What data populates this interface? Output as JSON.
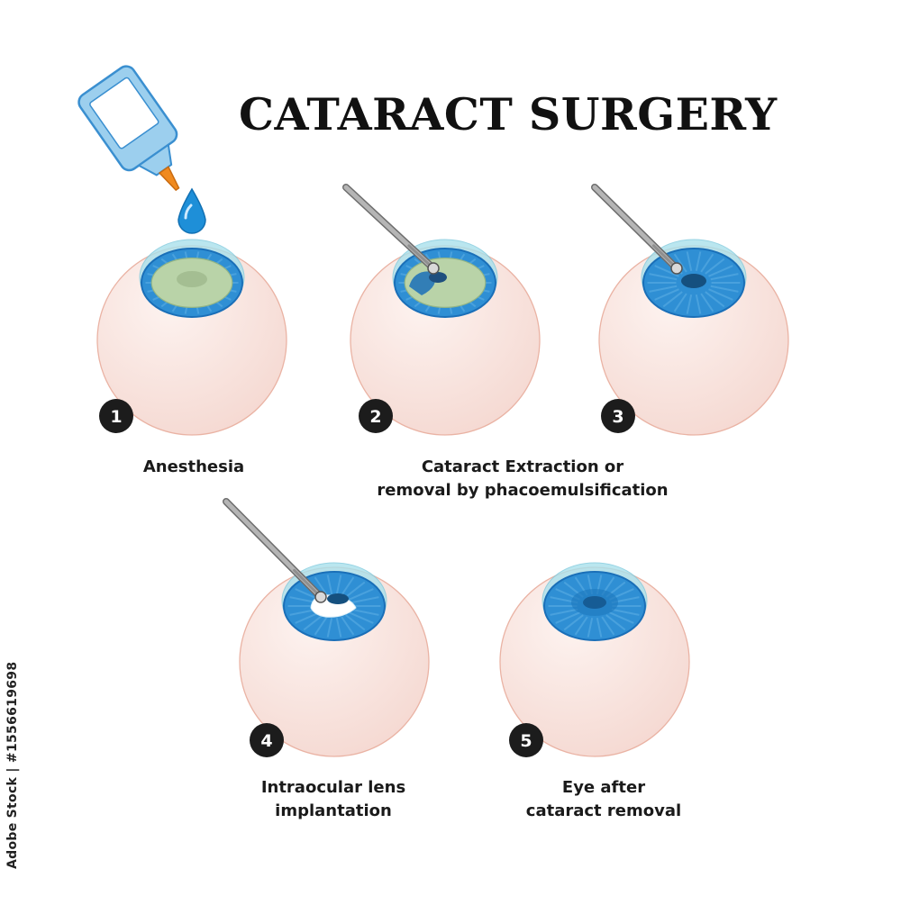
{
  "title": "CATARACT SURGERY",
  "steps": [
    {
      "number": "1",
      "caption_lines": [
        "Anesthesia"
      ]
    },
    {
      "number": "2",
      "caption_lines": [
        "Cataract Extraction or",
        "removal by phacoemulsification"
      ]
    },
    {
      "number": "3",
      "caption_lines": []
    },
    {
      "number": "4",
      "caption_lines": [
        "Intraocular lens",
        "implantation"
      ]
    },
    {
      "number": "5",
      "caption_lines": [
        "Eye after",
        "cataract removal"
      ]
    }
  ],
  "watermark": "Adobe Stock | #1556619698",
  "colors": {
    "sclera": "#f9e4df",
    "sclera_outline": "#eab3a4",
    "iris": "#2f8fd4",
    "iris_dark": "#1a6fb8",
    "cataract_lens": "#b9d3a8",
    "cornea": "#a9e1ec",
    "badge": "#1c1c1c",
    "instrument": "#9e9e9e",
    "drop": "#1e8fd8"
  },
  "icons": [
    "eye-drop-bottle-icon",
    "water-drop-icon",
    "surgical-probe-icon",
    "step-number-badge-icon"
  ]
}
